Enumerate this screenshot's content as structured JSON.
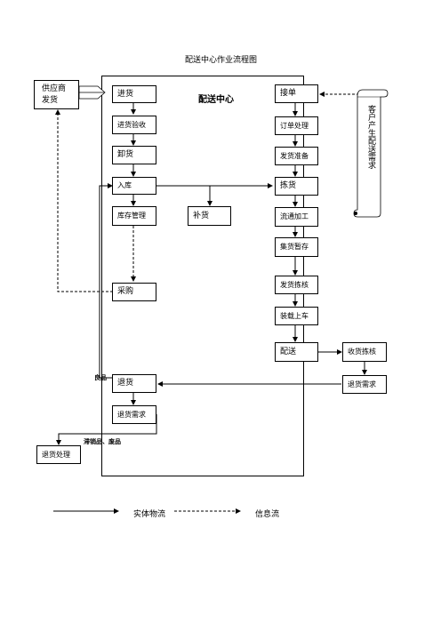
{
  "title": "配送中心作业流程图",
  "center_label": "配送中心",
  "supplier": "供应商\n发货",
  "customer_scroll": "客户产生配送需求",
  "boxes": {
    "jinhuo": "进货",
    "jinhuo_yanshou": "进货验收",
    "xiehuo": "卸货",
    "ruku": "入库",
    "kucun_guanli": "库存管理",
    "buhuo": "补货",
    "caigou": "采购",
    "tuihuo": "退货",
    "tuihuo_xuqiu_left": "退货需求",
    "tuihuo_chuli": "退货处理",
    "jiedan": "接单",
    "dingdan_chuli": "订单处理",
    "fahuo_zhunbei": "发货准备",
    "jianhuo": "拣货",
    "liutong_jiagong": "流通加工",
    "jihuo_zancun": "集货暂存",
    "fahuo_jianhe": "发货拣核",
    "zhuangzai_shangche": "装载上车",
    "peisong": "配送",
    "shouhuo_jianhe": "收货拣核",
    "tuihuo_xuqiu_right": "退货需求"
  },
  "annotations": {
    "liangpin": "良品",
    "zhixiaopin": "滞销品、废品"
  },
  "legend": {
    "solid": "实体物流",
    "dashed": "信息流"
  }
}
